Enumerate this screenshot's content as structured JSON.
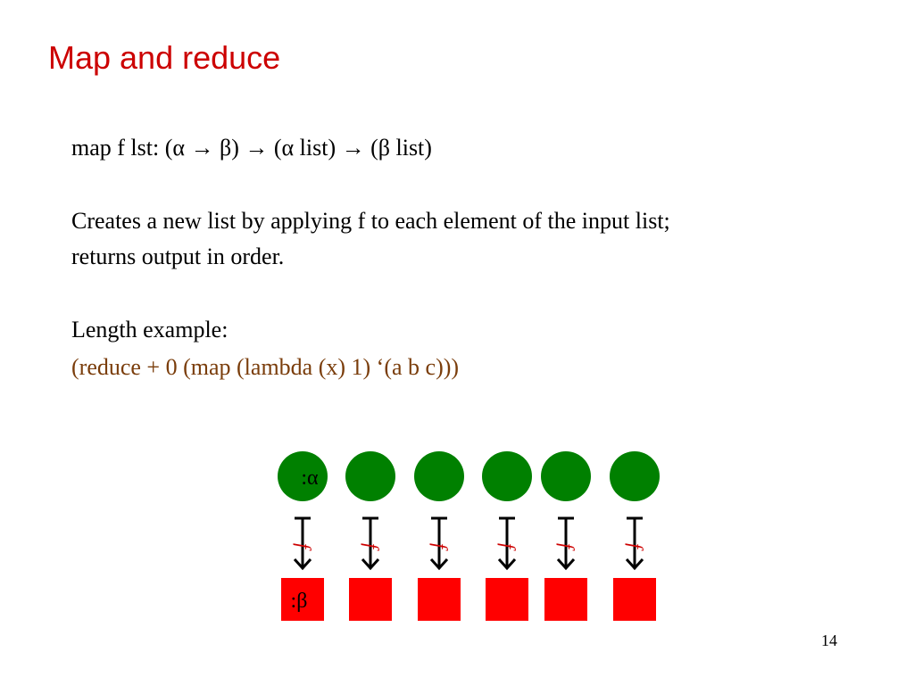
{
  "slide": {
    "title": "Map and reduce",
    "signature_line": "map f lst: (α → β) → (α list) → (β list)",
    "description_line1": "Creates a new list by applying f to each element of the input list;",
    "description_line2": "returns output in order.",
    "example_heading": "Length example:",
    "example_code": "(reduce + 0  (map  (lambda (x) 1) ‘(a b c)))",
    "page_number": "14"
  },
  "diagram": {
    "input_label": ":α",
    "output_label": ":β",
    "function_label": "f",
    "element_count": 6,
    "colors": {
      "input": "#008000",
      "output": "#ff0000",
      "function_label": "#cc0000",
      "arrow": "#000000"
    }
  }
}
